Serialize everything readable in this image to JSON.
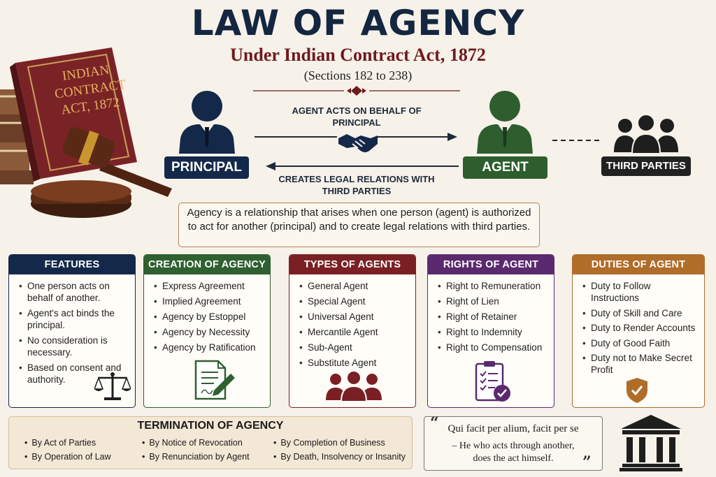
{
  "header": {
    "title": "LAW OF AGENCY",
    "subtitle": "Under Indian Contract Act, 1872",
    "sections": "(Sections 182 to 238)"
  },
  "book": {
    "label": "INDIAN CONTRACT ACT, 1872"
  },
  "parties": {
    "principal": "PRINCIPAL",
    "agent": "AGENT",
    "third_parties": "THIRD PARTIES",
    "arrow_top": "AGENT ACTS ON BEHALF OF PRINCIPAL",
    "arrow_bottom": "CREATES LEGAL RELATIONS WITH THIRD PARTIES"
  },
  "definition": "Agency is a relationship that arises when one person (agent) is authorized to act for another (principal) and to create legal relations with third parties.",
  "cards": {
    "features": {
      "title": "FEATURES",
      "items": [
        "One person acts on behalf of another.",
        "Agent's act binds the principal.",
        "No consideration is necessary.",
        "Based on consent and authority."
      ]
    },
    "creation": {
      "title": "CREATION OF AGENCY",
      "items": [
        "Express Agreement",
        "Implied Agreement",
        "Agency by Estoppel",
        "Agency by Necessity",
        "Agency by Ratification"
      ]
    },
    "types": {
      "title": "TYPES OF AGENTS",
      "items": [
        "General Agent",
        "Special Agent",
        "Universal Agent",
        "Mercantile Agent",
        "Sub-Agent",
        "Substitute Agent"
      ]
    },
    "rights": {
      "title": "RIGHTS OF AGENT",
      "items": [
        "Right to Remuneration",
        "Right of Lien",
        "Right of Retainer",
        "Right to Indemnity",
        "Right to Compensation"
      ]
    },
    "duties": {
      "title": "DUTIES OF AGENT",
      "items": [
        "Duty to Follow Instructions",
        "Duty of Skill and Care",
        "Duty to Render Accounts",
        "Duty of Good Faith",
        "Duty not to Make Secret Profit"
      ]
    }
  },
  "termination": {
    "title": "TERMINATION OF AGENCY",
    "items": [
      "By Act of Parties",
      "By Notice of Revocation",
      "By Completion of Business",
      "By Operation of Law",
      "By Renunciation by Agent",
      "By Death, Insolvency or Insanity"
    ]
  },
  "quote": {
    "latin": "Qui facit per alium, facit per se",
    "english_line1": "– He who acts through another,",
    "english_line2": "does the act himself."
  },
  "colors": {
    "principal": "#14284a",
    "agent": "#2e5e2e",
    "types": "#7a2024",
    "rights": "#5b2a6e",
    "duties": "#b06d2a"
  },
  "icons": [
    "law-book-icon",
    "gavel-icon",
    "principal-person-icon",
    "agent-person-icon",
    "handshake-icon",
    "third-parties-group-icon",
    "scales-icon",
    "document-pen-icon",
    "people-group-icon",
    "checklist-icon",
    "shield-check-icon",
    "courthouse-icon"
  ]
}
